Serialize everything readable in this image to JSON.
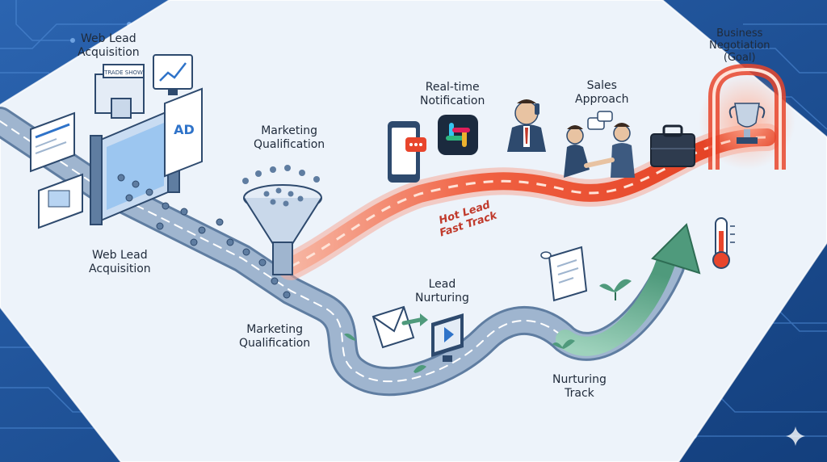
{
  "labels": {
    "acq_top": [
      "Web Lead",
      "Acquisition"
    ],
    "acq_bottom": [
      "Web Lead",
      "Acquisition"
    ],
    "mq_top": [
      "Marketing",
      "Qualification"
    ],
    "mq_bottom": [
      "Marketing",
      "Qualification"
    ],
    "notification": [
      "Real-time",
      "Notification"
    ],
    "sales": [
      "Sales",
      "Approach"
    ],
    "goal": [
      "Business",
      "Negotiation",
      "(Goal)"
    ],
    "hot_lead": [
      "Hot Lead",
      "Fast Track"
    ],
    "nurturing": [
      "Lead",
      "Nurturing"
    ],
    "track": [
      "Nurturing",
      "Track"
    ]
  },
  "booth_sign": "TRADE SHOW",
  "ad_text": "AD",
  "icons": [
    "trade-show-booth-icon",
    "web-page-icon",
    "analytics-monitor-icon",
    "ad-panel-icon",
    "gate-icon",
    "funnel-icon",
    "smartphone-chat-icon",
    "slack-icon",
    "phone-call-person-icon",
    "handshake-icon",
    "briefcase-icon",
    "trophy-icon",
    "goal-arch-icon",
    "thermometer-icon",
    "email-icon",
    "video-monitor-icon",
    "document-scroll-icon",
    "sprout-icon",
    "sparkle-icon"
  ],
  "colors": {
    "road": "#5f7da1",
    "fast_track": "#e8452c",
    "nurture_arrow": "#4f9a7c",
    "circuit_bg": "#1c4f95"
  }
}
